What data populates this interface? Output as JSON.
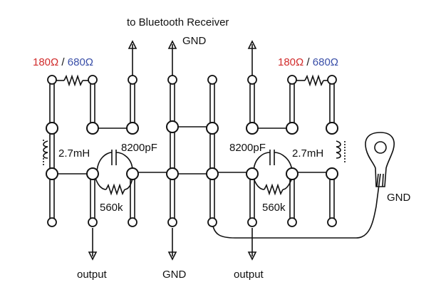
{
  "colors": {
    "ohm_red": "#d12c2c",
    "ohm_blue": "#3a4fa8",
    "line": "#111111"
  },
  "labels": {
    "top_title": "to Bluetooth Receiver",
    "top_gnd": "GND",
    "res_left_a": "180Ω",
    "res_left_sep": " / ",
    "res_left_b": "680Ω",
    "res_right_a": "180Ω",
    "res_right_sep": " / ",
    "res_right_b": "680Ω",
    "ind_left": "2.7mH",
    "ind_right": "2.7mH",
    "cap_left": "8200pF",
    "cap_right": "8200pF",
    "r_left": "560k",
    "r_right": "560k",
    "lug_gnd": "GND",
    "out_left": "output",
    "out_gnd": "GND",
    "out_right": "output"
  }
}
